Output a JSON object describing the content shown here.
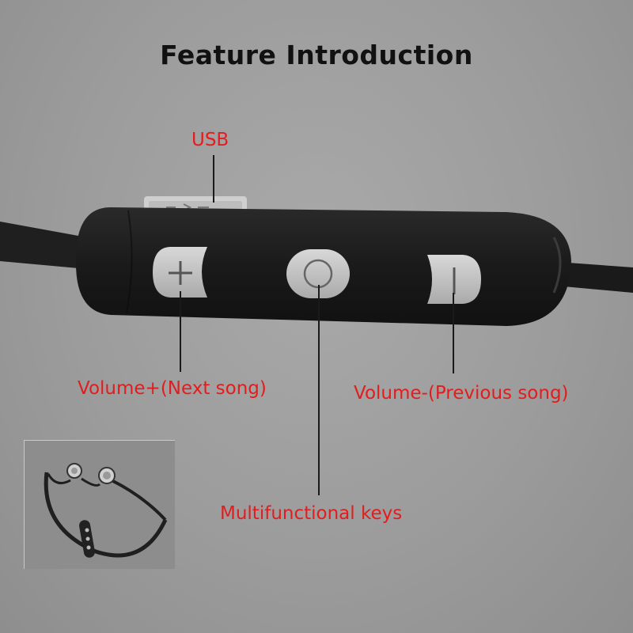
{
  "title": "Feature Introduction",
  "labels": {
    "usb": "USB",
    "volume_up": "Volume+(Next song)",
    "volume_down": "Volume-(Previous song)",
    "multifunction": "Multifunctional keys"
  },
  "colors": {
    "label": "#e11d1d",
    "title": "#111111",
    "body": "#1c1c1c",
    "button": "#c6c6c6"
  },
  "icons": {
    "plus_button": "plus-icon",
    "center_button": "circle-icon",
    "minus_button": "minus-icon"
  }
}
